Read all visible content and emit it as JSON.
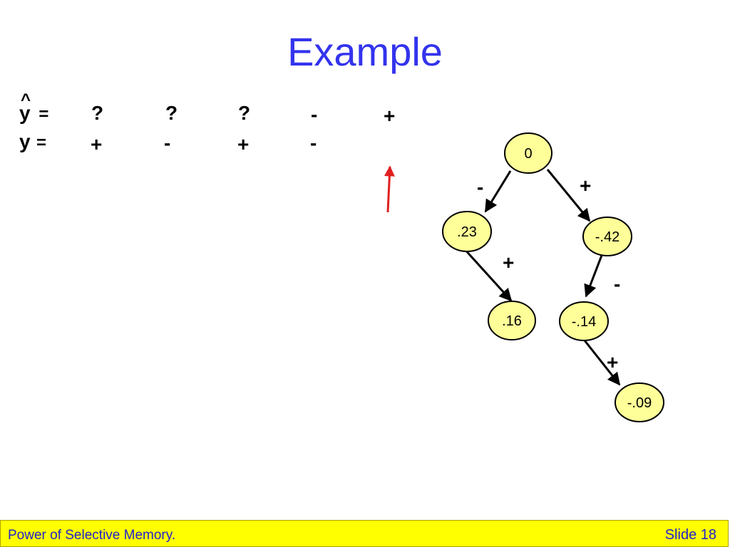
{
  "slide": {
    "title": "Example",
    "footer_left": "Power of Selective Memory.",
    "footer_right": "Slide 18"
  },
  "prediction_row": {
    "label": "y",
    "hat": "^",
    "equals": "=",
    "values": [
      "?",
      "?",
      "?",
      "-",
      "+"
    ]
  },
  "label_row": {
    "label": "y",
    "equals": "=",
    "values": [
      "+",
      "-",
      "+",
      "-"
    ]
  },
  "tree": {
    "nodes": [
      {
        "id": "n0",
        "label": "0"
      },
      {
        "id": "n1",
        "label": ".23"
      },
      {
        "id": "n2",
        "label": "-.42"
      },
      {
        "id": "n3",
        "label": ".16"
      },
      {
        "id": "n4",
        "label": "-.14"
      },
      {
        "id": "n5",
        "label": "-.09"
      }
    ],
    "edge_labels": [
      "-",
      "+",
      "+",
      "-",
      "+"
    ]
  },
  "colors": {
    "title": "#3333ee",
    "node_fill": "#ffff99",
    "node_stroke": "#000000",
    "arrow": "#e02020",
    "footer_bg": "#ffff00",
    "footer_text": "#2222cc"
  },
  "icons": {
    "pointer": "up-arrow-icon"
  }
}
